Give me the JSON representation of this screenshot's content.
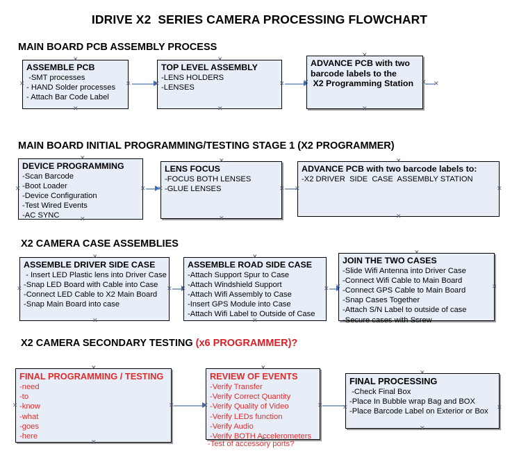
{
  "document": {
    "title": "IDRIVE X2  SERIES CAMERA PROCESSING FLOWCHART"
  },
  "sections": [
    {
      "id": "main-board-pcb-assembly",
      "heading": "MAIN BOARD PCB ASSEMBLY PROCESS",
      "heading_accent": "",
      "nodes": [
        {
          "id": "assemble-pcb",
          "title": "ASSEMBLE PCB",
          "lines": [
            " -SMT processes",
            "- HAND Solder processes",
            "- Attach Bar Code Label"
          ],
          "color": "black",
          "shadow": false
        },
        {
          "id": "top-level-assembly",
          "title": "TOP LEVEL ASSEMBLY",
          "lines": [
            "-LENS HOLDERS",
            "-LENSES"
          ],
          "color": "black",
          "shadow": false
        },
        {
          "id": "advance-pcb-to-x2-programming-station",
          "title": "ADVANCE PCB with two",
          "lines": [
            "barcode labels to the",
            " X2 Programming Station"
          ],
          "color": "black",
          "shadow": true,
          "bold_body": true
        }
      ]
    },
    {
      "id": "main-board-initial-programming",
      "heading": "MAIN BOARD INITIAL PROGRAMMING/TESTING STAGE 1 (X2 PROGRAMMER)",
      "heading_accent": "",
      "nodes": [
        {
          "id": "device-programming",
          "title": "DEVICE PROGRAMMING",
          "lines": [
            "-Scan Barcode",
            "-Boot Loader",
            "-Device Configuration",
            "-Test Wired Events",
            "-AC SYNC"
          ],
          "color": "black",
          "shadow": false
        },
        {
          "id": "lens-focus",
          "title": "LENS FOCUS",
          "lines": [
            "-FOCUS BOTH LENSES",
            "-GLUE LENSES"
          ],
          "color": "black",
          "shadow": true
        },
        {
          "id": "advance-pcb-to-driver-side-case-station",
          "title": "ADVANCE PCB with two barcode labels to:",
          "lines": [
            "-X2 DRIVER  SIDE  CASE  ASSEMBLY STATION"
          ],
          "color": "black",
          "shadow": false
        }
      ]
    },
    {
      "id": "x2-camera-case-assemblies",
      "heading": "X2 CAMERA CASE ASSEMBLIES",
      "heading_accent": "",
      "nodes": [
        {
          "id": "assemble-driver-side-case",
          "title": "ASSEMBLE DRIVER SIDE CASE",
          "lines": [
            " - Insert LED Plastic lens into Driver Case",
            "-Snap LED Board with Cable into Case",
            "-Connect LED Cable to X2 Main Board",
            "-Snap Main Board into case"
          ],
          "color": "black",
          "shadow": false
        },
        {
          "id": "assemble-road-side-case",
          "title": "ASSEMBLE ROAD SIDE CASE",
          "lines": [
            "-Attach Support Spur to Case",
            "-Attach Windshield Support",
            "-Attach Wifi Assembly to Case",
            "-Insert GPS Module into Case",
            "-Attach Wifi Label to Outside of Case"
          ],
          "color": "black",
          "shadow": false
        },
        {
          "id": "join-the-two-cases",
          "title": "JOIN THE TWO CASES",
          "lines": [
            "-Slide Wifi Antenna into Driver Case",
            "-Connect Wifi Cable to Main Board",
            "-Connect GPS Cable to Main Board",
            "-Snap Cases Together",
            "-Attach S/N Label to outside of case",
            "-Secure cases with Screw"
          ],
          "color": "black",
          "shadow": true
        }
      ]
    },
    {
      "id": "x2-camera-secondary-testing",
      "heading": "X2 CAMERA SECONDARY TESTING ",
      "heading_accent": "(x6 PROGRAMMER)?",
      "nodes": [
        {
          "id": "final-programming-testing",
          "title": "FINAL PROGRAMMING / TESTING",
          "lines": [
            "-need",
            "-to",
            "-know",
            "-what",
            "-goes",
            "-here"
          ],
          "color": "red",
          "shadow": true
        },
        {
          "id": "review-of-events",
          "title": "REVIEW OF EVENTS",
          "lines": [
            "-Verify Transfer",
            "-Verify Correct Quantity",
            "-Verify Quality of Video",
            "-Verify LEDs function",
            "-Verify Audio",
            "-Verify BOTH Accelerometers"
          ],
          "overflow_line": "-Test of accessory ports?",
          "color": "red",
          "shadow": true
        },
        {
          "id": "final-processing",
          "title": "FINAL PROCESSING",
          "lines": [
            " -Check Final Box",
            "-Place In Bubble wrap Bag and BOX",
            "-Place Barcode Label on Exterior or Box"
          ],
          "color": "black",
          "shadow": true
        }
      ]
    }
  ],
  "colors": {
    "node_fill": "#e8eef7",
    "node_border": "#000000",
    "connector_line": "#8fa8c8",
    "connector_arrowhead": "#3a6fbe",
    "accent_red": "#d91f26",
    "body_red": "#e02b2b",
    "shadow_gray": "#9a9a9a"
  }
}
